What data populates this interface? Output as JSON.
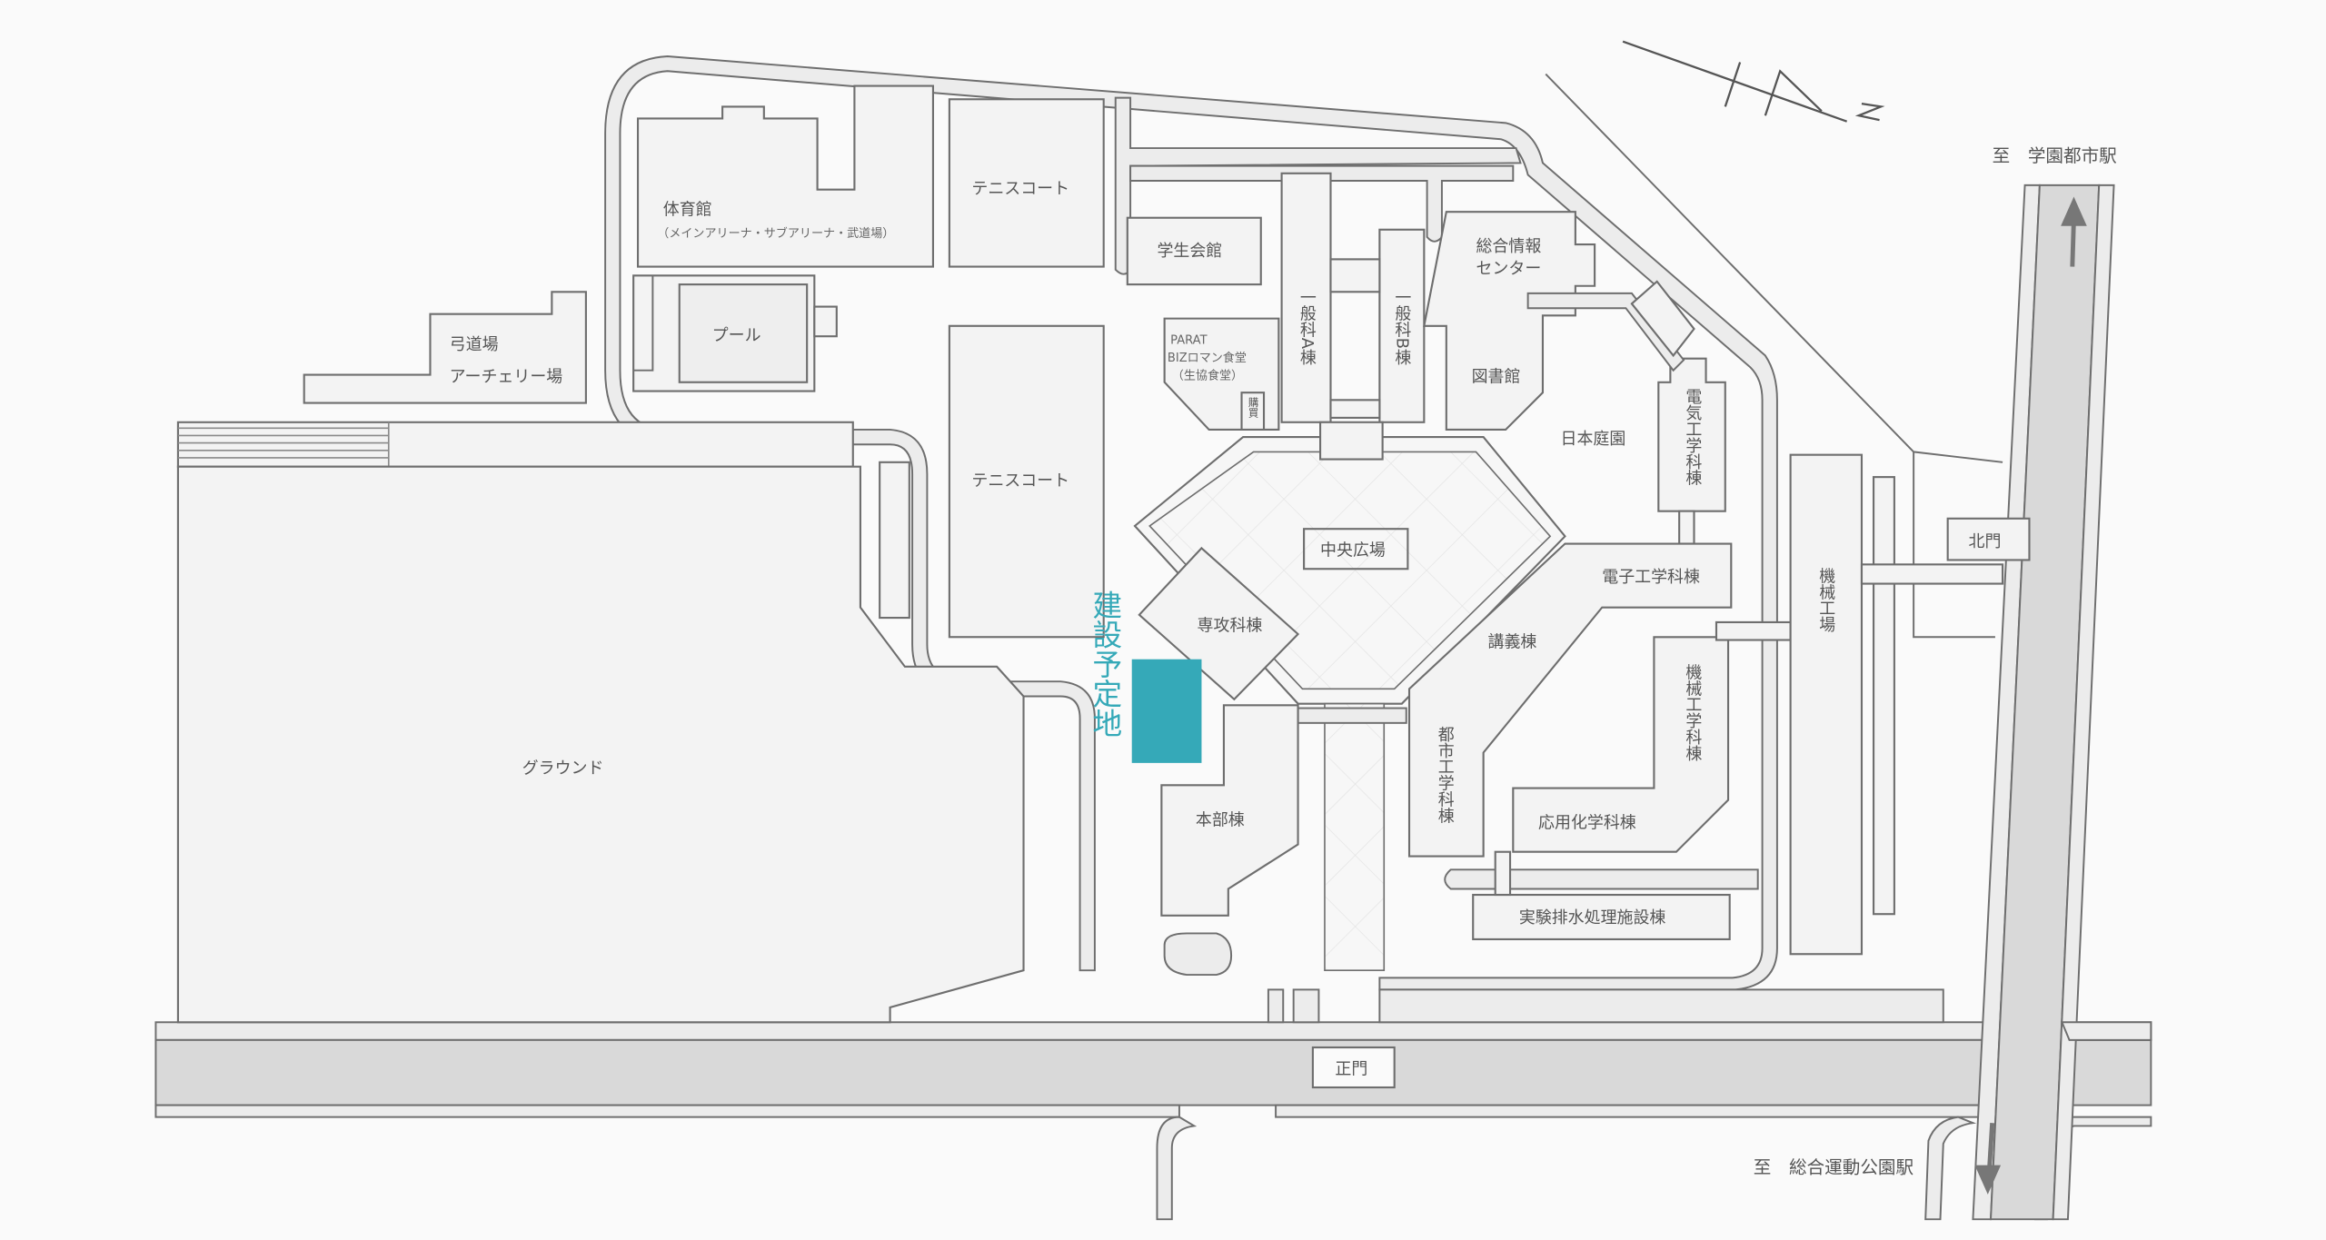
{
  "map": {
    "title": "キャンパスマップ",
    "highlight": {
      "label": "建設予定地",
      "color": "#35a9b8"
    },
    "compass": {
      "label": "N"
    },
    "directions": {
      "north_station": "至　学園都市駅",
      "south_station": "至　総合運動公園駅"
    },
    "gates": {
      "main": "正門",
      "north": "北門"
    },
    "buildings": {
      "gym": "体育館",
      "gym_sub": "（メインアリーナ・サブアリーナ・武道場）",
      "tennis_north": "テニスコート",
      "tennis_south": "テニスコート",
      "pool": "プール",
      "archery_1": "弓道場",
      "archery_2": "アーチェリー場",
      "ground": "グラウンド",
      "student_hall": "学生会館",
      "cafeteria_1": "PARAT",
      "cafeteria_2": "BIZロマン食堂",
      "cafeteria_3": "（生協食堂）",
      "shop": "購買",
      "general_a": "一般科A棟",
      "general_b": "一般科B棟",
      "info_center_1": "総合情報",
      "info_center_2": "センター",
      "library": "図書館",
      "garden": "日本庭園",
      "electrical": "電気工学科棟",
      "central_plaza": "中央広場",
      "advanced": "専攻科棟",
      "electronics": "電子工学科棟",
      "lecture": "講義棟",
      "mech_factory": "機械工場",
      "mechanical": "機械工学科棟",
      "civil": "都市工学科棟",
      "chemistry": "応用化学科棟",
      "headquarters": "本部棟",
      "wastewater": "実験排水処理施設棟"
    }
  }
}
